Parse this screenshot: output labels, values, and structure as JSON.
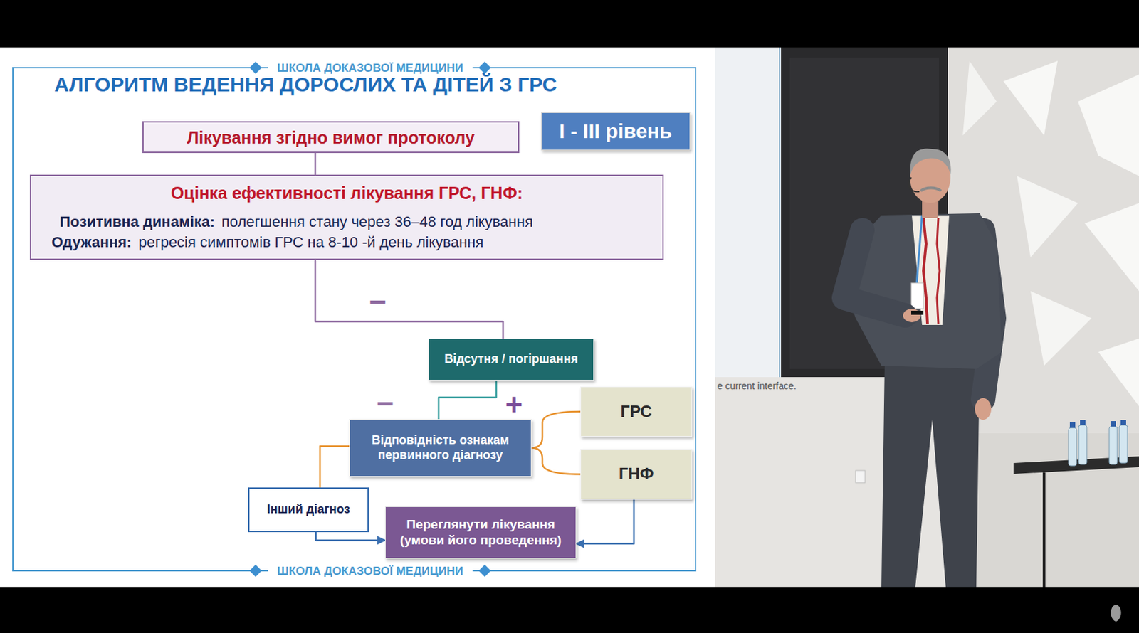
{
  "diagram": {
    "title": "АЛГОРИТМ ВЕДЕННЯ ДОРОСЛИХ ТА ДІТЕЙ З ГРС",
    "nodes": [
      {
        "text": [
          "Лікування згідно вимог протоколу"
        ]
      },
      {
        "text": [
          "I - III рівень"
        ]
      },
      {
        "text": [
          "Оцінка ефективності лікування ГРС, ГНФ:",
          "Позитивна динаміка:",
          "полегшення стану через 36–48 год лікування",
          "Одужання:",
          "регресія симптомів ГРС на 8-10 -й день лікування"
        ]
      },
      {
        "text": [
          "Відсутня / погіршання"
        ]
      },
      {
        "text": [
          "Відповідність ознакам первинного діагнозу"
        ]
      },
      {
        "text": [
          "ГРС"
        ]
      },
      {
        "text": [
          "ГНФ"
        ]
      },
      {
        "text": [
          "Інший діагноз"
        ]
      },
      {
        "text": [
          "Переглянути лікування (умови його проведення)"
        ]
      }
    ],
    "edges": [
      {
        "from": 0,
        "to": 2,
        "arrow": "none"
      },
      {
        "from": 2,
        "to": 3,
        "arrow": "none"
      },
      {
        "from": 3,
        "to": 4,
        "arrow": "none"
      },
      {
        "from": 4,
        "to": 7,
        "arrow": "none"
      },
      {
        "from": 4,
        "to": 5,
        "arrow": "none"
      },
      {
        "from": 4,
        "to": 6,
        "arrow": "none"
      },
      {
        "from": 7,
        "to": 8,
        "arrow": "to"
      },
      {
        "from": 6,
        "to": 8,
        "arrow": "to"
      }
    ],
    "labels": [
      "ШКОЛА ДОКАЗОВОЇ МЕДИЦИНИ",
      "−",
      "−",
      "+",
      "ШКОЛА ДОКАЗОВОЇ МЕДИЦИНИ",
      "e current interface."
    ]
  }
}
